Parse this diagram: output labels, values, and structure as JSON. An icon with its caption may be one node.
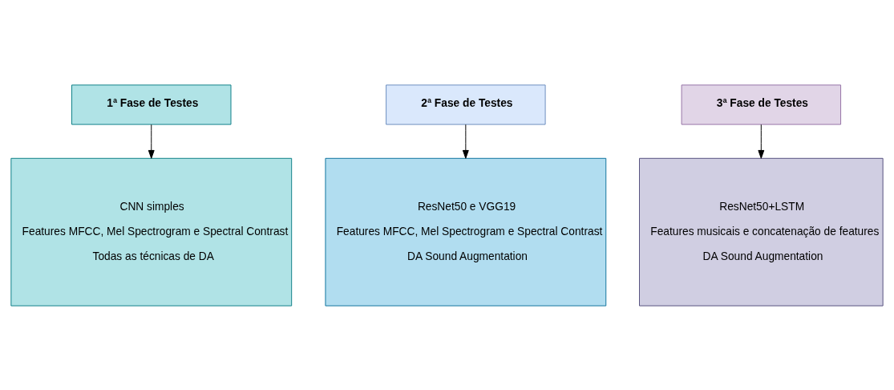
{
  "diagram": {
    "nodes": [
      {
        "text": [
          "1ª Fase de Testes"
        ]
      },
      {
        "text": [
          "2ª Fase de Testes"
        ]
      },
      {
        "text": [
          "3ª Fase de Testes"
        ]
      },
      {
        "text": [
          "CNN simples",
          "Features MFCC, Mel Spectrogram e Spectral Contrast",
          "Todas as técnicas de DA"
        ]
      },
      {
        "text": [
          "ResNet50 e VGG19",
          "Features MFCC, Mel Spectrogram e Spectral Contrast",
          "DA Sound Augmentation"
        ]
      },
      {
        "text": [
          "ResNet50+LSTM",
          "Features musicais e concatenação de features",
          "DA Sound Augmentation"
        ]
      }
    ],
    "edges": [
      {
        "from": 0,
        "to": 3,
        "arrow": "to"
      },
      {
        "from": 1,
        "to": 4,
        "arrow": "to"
      },
      {
        "from": 2,
        "to": 5,
        "arrow": "to"
      }
    ]
  }
}
